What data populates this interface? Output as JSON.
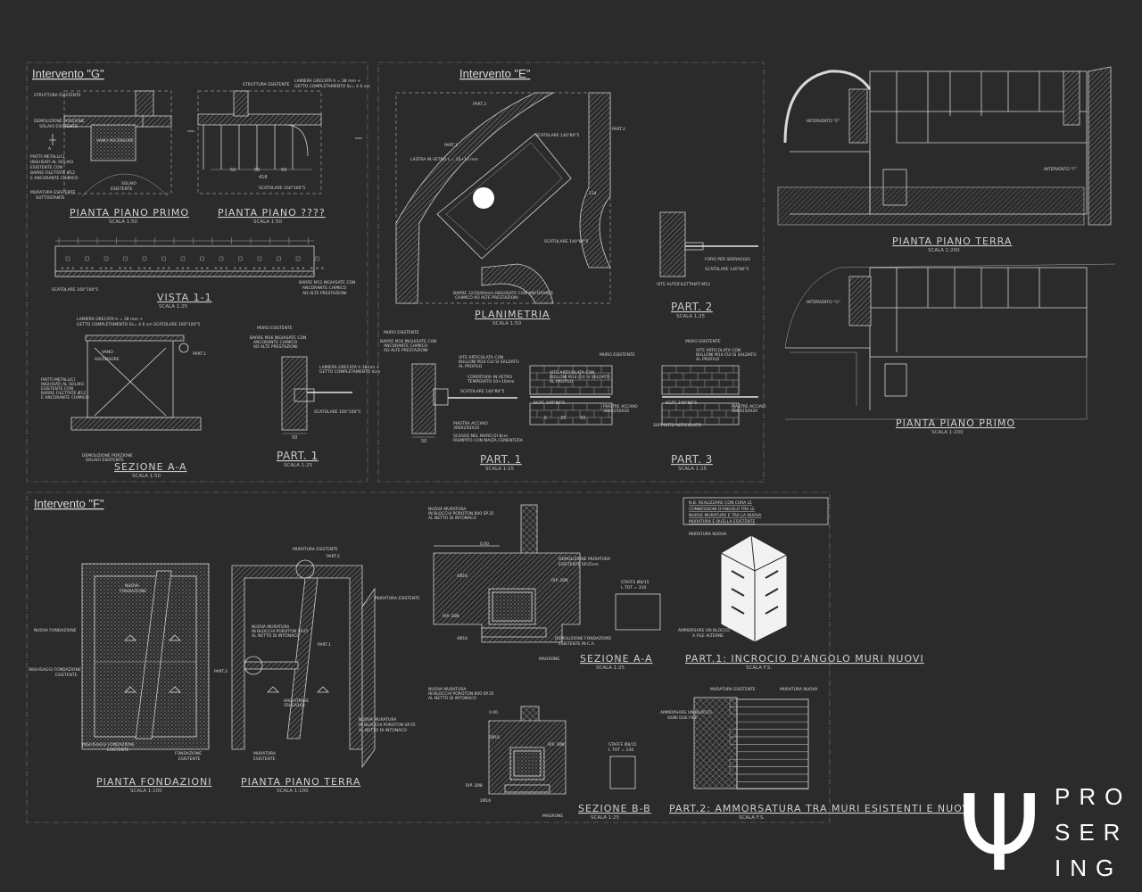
{
  "sections": {
    "g": "Intervento \"G\"",
    "e": "Intervento \"E\"",
    "f": "Intervento \"F\""
  },
  "views": {
    "pianta_piano_primo_g": {
      "title": "PIANTA PIANO PRIMO",
      "scale": "SCALA 1:50"
    },
    "pianta_piano_q": {
      "title": "PIANTA PIANO ????",
      "scale": "SCALA 1:50"
    },
    "vista_1_1": {
      "title": "VISTA 1-1",
      "scale": "SCALA 1:25"
    },
    "sezione_aa_g": {
      "title": "SEZIONE A-A",
      "scale": "SCALA 1:50"
    },
    "part1_g": {
      "title": "PART. 1",
      "scale": "SCALA 1:25"
    },
    "planimetria": {
      "title": "PLANIMETRIA",
      "scale": "SCALA 1:50"
    },
    "part2_e": {
      "title": "PART. 2",
      "scale": "SCALA 1:25"
    },
    "part1_e": {
      "title": "PART. 1",
      "scale": "SCALA 1:25"
    },
    "part3_e": {
      "title": "PART. 3",
      "scale": "SCALA 1:25"
    },
    "pianta_piano_terra_key": {
      "title": "PIANTA PIANO TERRA",
      "scale": "SCALA 1:200"
    },
    "pianta_piano_primo_key": {
      "title": "PIANTA PIANO PRIMO",
      "scale": "SCALA 1:200"
    },
    "pianta_fondazioni": {
      "title": "PIANTA FONDAZIONI",
      "scale": "SCALA 1:100"
    },
    "pianta_piano_terra_f": {
      "title": "PIANTA PIANO TERRA",
      "scale": "SCALA 1:100"
    },
    "sezione_aa_f": {
      "title": "SEZIONE A-A",
      "scale": "SCALA 1:25"
    },
    "sezione_bb_f": {
      "title": "SEZIONE B-B",
      "scale": "SCALA 1:25"
    },
    "part1_f": {
      "title": "PART.1: INCROCIO D'ANGOLO MURI NUOVI",
      "scale": "SCALA F.S."
    },
    "part2_f": {
      "title": "PART.2: AMMORSATURA TRA MURI ESISTENTI E NUOVI",
      "scale": "SCALA F.S."
    }
  },
  "notes": {
    "g": {
      "struttura_esistente": "STRUTTURA ESISTENTE",
      "demolizione_porzione": "DEMOLIZIONE PORZIONE",
      "solaio_esistente": "SOLAIO ESISTENTE",
      "piatti_metallici": "PIATTI METALLICI",
      "inghisati": "INGHISATI AL SOLAIO",
      "esistente_con": "ESISTENTE CON",
      "barre": "BARRE FILETTATE Ø12",
      "ancorante": "E ANCORANTE CHIMICO",
      "muratura_esistente": "MURATURA ESISTENTE",
      "sottostante": "SOTTOSTANTE",
      "solaio": "SOLAIO",
      "esistente": "ESISTENTE",
      "vano_ascensore_small": "VANO ASCENSORE",
      "lamiera": "LAMIERA GRECATA h = 38 mm +",
      "getto": "GETTO COMPLETAMENTO Sc= 4 6 cm",
      "scatolare": "SCATOLARE 160\"100\"5",
      "barre_m12": "BARRE M12 INGHISATE CON",
      "ancorante_chimico": "ANCORANTE CHIMICO",
      "ad_alte": "AD ALTE PRESTAZIONI",
      "scatolare_vista": "SCATOLARE 160\"100\"5",
      "lamiera_sez": "LAMIERA GRECATA h = 38 mm +",
      "getto_sez": "GETTO COMPLETAMENTO Sc= 4 6 cm",
      "scatolare_sez": "SCATOLARE 160\"100\"5",
      "vano": "VANO",
      "ascensore": "ASCENSORE",
      "part1_ref": "PART.1",
      "demolizione_sez": "DEMOLIZIONE PORZIONE",
      "solaio_esist_sez": "SOLAIO ESISTENTE",
      "muro_esistente": "MURO ESISTENTE",
      "barre_p1": "BARRE M16 INGHISATE CON",
      "ancorante_p1": "ANCORANTE CHIMICO",
      "alte_p1": "AD ALTE PRESTAZIONI",
      "scatolare_p1": "SCATOLARE 160\"100\"5",
      "lamiera_p1": "LAMIERA GRECATA h 38mm +",
      "getto_p1": "GETTO COMPLETAMENTO 4cm"
    },
    "e": {
      "part3": "PART.3",
      "part2": "PART.2",
      "part1": "PART.1",
      "scatolare_140": "SCATOLARE 140\"80\"5",
      "lastra": "LASTRA IN VETRO s = 10+10 mm",
      "barre_e": "BARRE 12/20/60mm INGHISATE CON ANCORANTE",
      "chimico_e": "CHIMICO AD ALTE PRESTAZIONI",
      "dim_134": "134",
      "foro": "FORO PER SERRAGGIO",
      "scatolare_p2": "SCATOLARE 140\"80\"5",
      "viti_p2": "VITE AUTOFILETTANTI M12",
      "muro_esistente": "MURO ESISTENTE",
      "barre_p1e": "BARRE M16 INGHISATE CON",
      "ancorante_p1e": "ANCORANTE CHIMICO",
      "alte_p1e": "AD ALTE PRESTAZIONI",
      "vite_art": "VITE ARTICOLATA CON",
      "bulloni": "BULLONI M14 CUI SI SALDATO",
      "al_profilo": "AL PROFILO",
      "copertura": "COPERTURA IN VETRO",
      "temperato": "TEMPERATO 10+10mm",
      "scatolare_p1e": "SCATOLARE 140\"80\"5",
      "piastra": "PIASTRA ACCIAIO",
      "piastra_dim": "300X250X20",
      "scasso": "SCASSO NEL MURO DI 8cm",
      "riempito": "RIEMPITO CON MALTA CEMENTIZIA",
      "scat_a": "SCAT. 140\"80\"5",
      "scat_b": "SCAT. 140\"80\"5",
      "piastre": "PIASTRE ACCIAIO",
      "piastre_dim": "300X250X20",
      "supporto": "SUPPORTO ARTICOLATO",
      "dim_5": "5",
      "dim_25": "25",
      "dim_10": "10"
    },
    "key": {
      "intervento_e": "INTERVENTO \"E\"",
      "intervento_f": "INTERVENTO \"F\"",
      "intervento_g": "INTERVENTO \"G\""
    },
    "f": {
      "nuova_fondazione": "NUOVA FONDAZIONE",
      "nuova": "NUOVA",
      "fondazione": "FONDAZIONE",
      "inghisaggi_fond": "INGHISAGGI FONDAZIONE",
      "esistente": "ESISTENTE",
      "inghisaggi_fond2": "INGHISAGGI FONDAZIONE",
      "esistente2": "ESISTENTE",
      "fondazione_esist": "FONDAZIONE",
      "esistente3": "ESISTENTE",
      "muratura_esistente": "MURATURA ESISTENTE",
      "part2_ref": "PART.2",
      "part1_ref": "PART.1",
      "part2_left": "PART.2",
      "nuova_muratura": "NUOVA MURATURA",
      "in_blocchi": "IN BLOCCHI POROTON SP.25",
      "al_netto": "AL NETTO DI INTONACO",
      "architrave": "ARCHITRAVE",
      "architrave_dim": "25HEA160",
      "muratura_esist2": "MURATURA",
      "esist2": "ESISTENTE",
      "nuova_mur_pt": "NUOVA MURATURA",
      "in_blocchi_pt": "IN BLOCCHI POROTON SP.35",
      "al_netto_pt": "AL NETTO DI INTONACO",
      "sez_nuova_mur": "NUOVA MURATURA",
      "sez_blocchi": "IN BLOCCHI POROTON 800 SP.35",
      "sez_netto": "AL NETTO DI INTONACO",
      "demolizione_mur": "DEMOLIZIONE MURATURA",
      "esistente_sp": "ESISTENTE SP.25cm",
      "rip_1": "RIP. 2Ø8",
      "rip_2": "RIP. 2Ø8",
      "d_4016": "4Ø16",
      "d_4016b": "4Ø16",
      "demol_fond": "DEMOLIZIONE FONDAZIONE",
      "esistente_ca": "ESISTENTE IN C.A.",
      "magrone": "MAGRONE",
      "staffe": "STAFFE Ø8/15",
      "ltot": "L TOT = 310",
      "dim_0": "0.00",
      "sez_b_nuova": "NUOVA MURATURA",
      "sez_b_blocchi": "IN BLOCCHI POROTON 800 SP.35",
      "sez_b_netto": "AL NETTO DI INTONACO",
      "sez_b_2016": "2Ø16",
      "sez_b_2016b": "2Ø16",
      "sez_b_rip": "RIP. 2Ø8",
      "sez_b_rip2": "RIP. 2Ø8",
      "sez_b_magrone": "MAGRONE",
      "staffe_b": "STAFFE Ø8/15",
      "ltot_b": "L TOT = 230",
      "nb_1": "N.B. REALIZZARE CON CURA LE",
      "nb_2": "CONNESSIONI D'ANGOLO TRA LE",
      "nb_3": "NUOVE MURATURE E TRA LA NUOVA",
      "nb_4": "MURATURA E QUELLA ESISTENTE",
      "muratura_nuova": "MURATURA NUOVA",
      "ammorsare": "AMMORSARE UN BLOCCO",
      "a_file": "A FILE ALTERNE",
      "p2_esistente": "MURATURA ESISTENTE",
      "p2_nuova": "MURATURA NUOVA",
      "p2_ammorsare": "AMMORSARE UN BLOCCO",
      "p2_ogni": "OGNI DUE FILE"
    }
  },
  "logo": {
    "symbol": "Ψ",
    "line1": "PRO",
    "line2": "SER",
    "line3": "ING"
  },
  "colors": {
    "background": "#2b2b2b",
    "lines": "#d4d4d4",
    "logo": "#ffffff",
    "logo_accent": "#c9b27a"
  }
}
